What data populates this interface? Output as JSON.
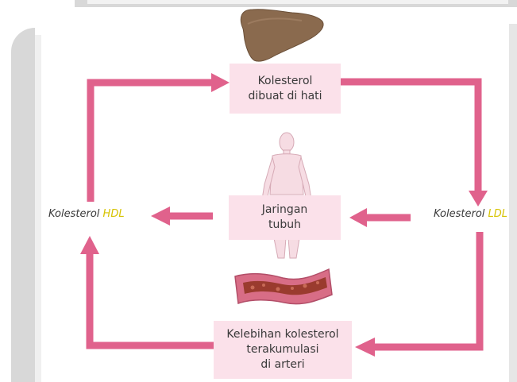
{
  "boxes": {
    "liver": {
      "lines": [
        "Kolesterol",
        "dibuat di hati"
      ]
    },
    "tissue": {
      "lines": [
        "Jaringan",
        "tubuh"
      ]
    },
    "artery": {
      "lines": [
        "Kelebihan kolesterol",
        "terakumulasi",
        "di arteri"
      ]
    }
  },
  "labels": {
    "hdl": {
      "prefix": "Kolesterol ",
      "highlight": "HDL"
    },
    "ldl": {
      "prefix": "Kolesterol ",
      "highlight": "LDL"
    }
  },
  "colors": {
    "arrow": "#e0628c",
    "box_fill": "#fbe1ea",
    "highlight": "#d6c300",
    "liver": "#8a6a4e",
    "artery_wall": "#d86d86",
    "artery_lumen": "#9a3b2e"
  },
  "illustrations": [
    "liver-image",
    "human-body-image",
    "artery-image"
  ]
}
